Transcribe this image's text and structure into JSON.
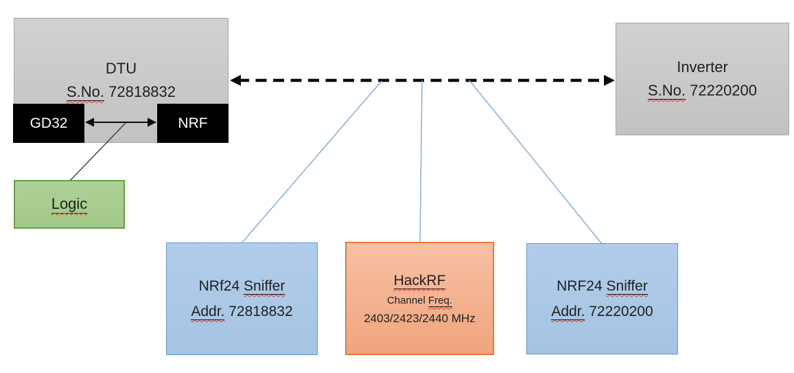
{
  "dtu": {
    "title": "DTU",
    "serial_label": "S.No.",
    "serial_value": "72818832",
    "chip_left": "GD32",
    "chip_right": "NRF"
  },
  "inverter": {
    "title": "Inverter",
    "serial_label": "S.No.",
    "serial_value": "72220200"
  },
  "logic": {
    "label": "Logic"
  },
  "sniffer_left": {
    "name_prefix": "NRf24",
    "name_word": "Sniffer",
    "addr_label": "Addr.",
    "addr_value": "72818832"
  },
  "hackrf": {
    "title": "HackRF",
    "subtitle_prefix": "Channel",
    "subtitle_word": "Freq.",
    "channels": "2403/2423/2440 MHz"
  },
  "sniffer_right": {
    "name_prefix": "NRF24",
    "name_word": "Sniffer",
    "addr_label": "Addr.",
    "addr_value": "72220200"
  },
  "colors": {
    "gray_fill": "#c9c9c9",
    "gray_border": "#a6a6a6",
    "chip_fill": "#000000",
    "green_fill": "#a9ce92",
    "green_border": "#63a144",
    "blue_fill": "#aec9e8",
    "blue_border": "#5b9bd5",
    "orange_fill": "#f4b18d",
    "orange_border": "#e8793a",
    "connector_blue": "#7fa9d9",
    "dashed_arrow": "#0a0a0a",
    "squiggle_red": "#e03c2d"
  }
}
